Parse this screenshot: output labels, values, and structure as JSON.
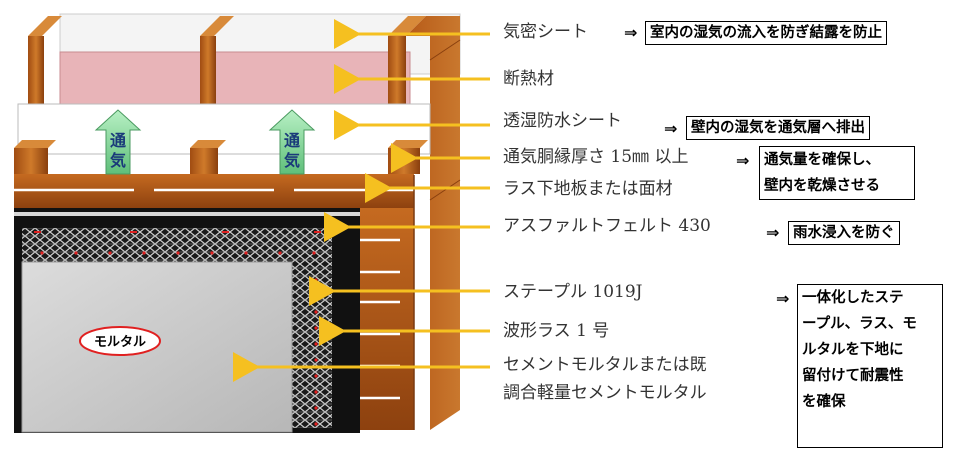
{
  "vent_label": [
    "通",
    "気"
  ],
  "mortar_tag": "モルタル",
  "labels": [
    {
      "id": "airtight-sheet",
      "text": "気密シート"
    },
    {
      "id": "insulation",
      "text": "断熱材"
    },
    {
      "id": "breathable-sheet",
      "text": "透湿防水シート"
    },
    {
      "id": "furring",
      "text": "通気胴縁厚さ 15㎜ 以上"
    },
    {
      "id": "lath-board",
      "text": "ラス下地板または面材"
    },
    {
      "id": "asphalt-felt",
      "text": "アスファルトフェルト 430"
    },
    {
      "id": "staple",
      "text": "ステープル 1019J"
    },
    {
      "id": "corrugated-lath",
      "text": "波形ラス 1 号"
    },
    {
      "id": "cement-mortar-1",
      "text": "セメントモルタルまたは既"
    },
    {
      "id": "cement-mortar-2",
      "text": "調合軽量セメントモルタル"
    }
  ],
  "arrow_symbol": "⇒",
  "notes": {
    "airtight": "室内の湿気の流入を防ぎ結露を防止",
    "breathable": "壁内の湿気を通気層へ排出",
    "furring": [
      "通気量を確保し、",
      "壁内を乾燥させる"
    ],
    "asphalt": "雨水浸入を防ぐ",
    "integration": [
      "一体化したステ",
      "ープル、ラス、モ",
      "ルタルを下地に",
      "留付けて耐震性",
      "を確保"
    ]
  },
  "colors": {
    "wood": "#b85c1a",
    "wood_dark": "#7a3a10",
    "pointer_arrow": "#f5c020",
    "vent_arrow": "#8fd8a0",
    "insulation": "#e8b4b8",
    "felt": "#111111",
    "mortar": "#c9c9c9",
    "tag_mark": "#e02020"
  }
}
